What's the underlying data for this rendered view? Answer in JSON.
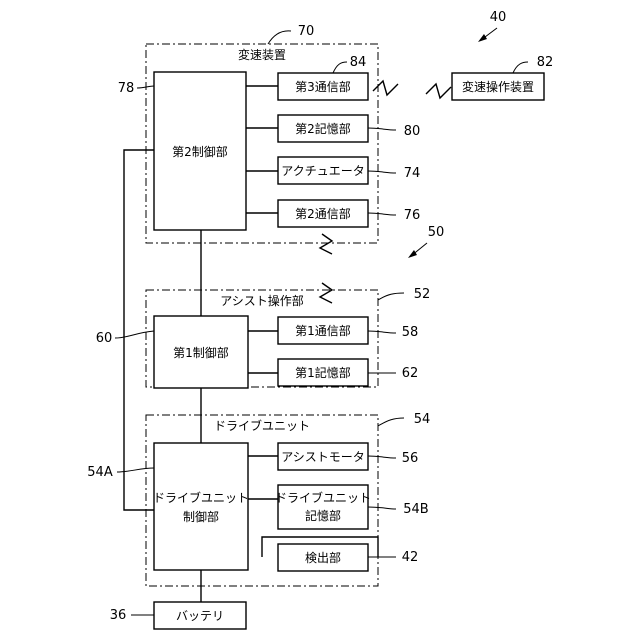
{
  "refs": {
    "r40": "40",
    "r70": "70",
    "r84": "84",
    "r82": "82",
    "r78": "78",
    "r80": "80",
    "r74": "74",
    "r76": "76",
    "r50": "50",
    "r52": "52",
    "r58": "58",
    "r60": "60",
    "r62": "62",
    "r54": "54",
    "r56": "56",
    "r54a": "54A",
    "r54b": "54B",
    "r42": "42",
    "r36": "36"
  },
  "groups": {
    "shifter": "変速装置",
    "assist_op": "アシスト操作部",
    "drive_unit": "ドライブユニット"
  },
  "blocks": {
    "second_control": "第2制御部",
    "third_comm": "第3通信部",
    "second_storage": "第2記憶部",
    "actuator": "アクチュエータ",
    "second_comm": "第2通信部",
    "shift_op_device": "変速操作装置",
    "first_control": "第1制御部",
    "first_comm": "第1通信部",
    "first_storage": "第1記憶部",
    "assist_motor": "アシストモータ",
    "du_control_1": "ドライブユニット",
    "du_control_2": "制御部",
    "du_storage_1": "ドライブユニット",
    "du_storage_2": "記憶部",
    "detector": "検出部",
    "battery": "バッテリ"
  }
}
